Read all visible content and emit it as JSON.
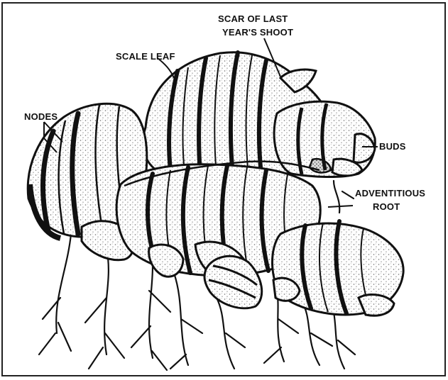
{
  "diagram": {
    "labels": {
      "nodes": "NODES",
      "scale_leaf": "SCALE LEAF",
      "scar_line1": "SCAR OF LAST",
      "scar_line2": "YEAR'S SHOOT",
      "buds": "BUDS",
      "adventitious_line1": "ADVENTITIOUS",
      "adventitious_line2": "ROOT"
    },
    "colors": {
      "ink": "#111111",
      "paper": "#ffffff",
      "speckle": "#8a8a8a"
    }
  }
}
